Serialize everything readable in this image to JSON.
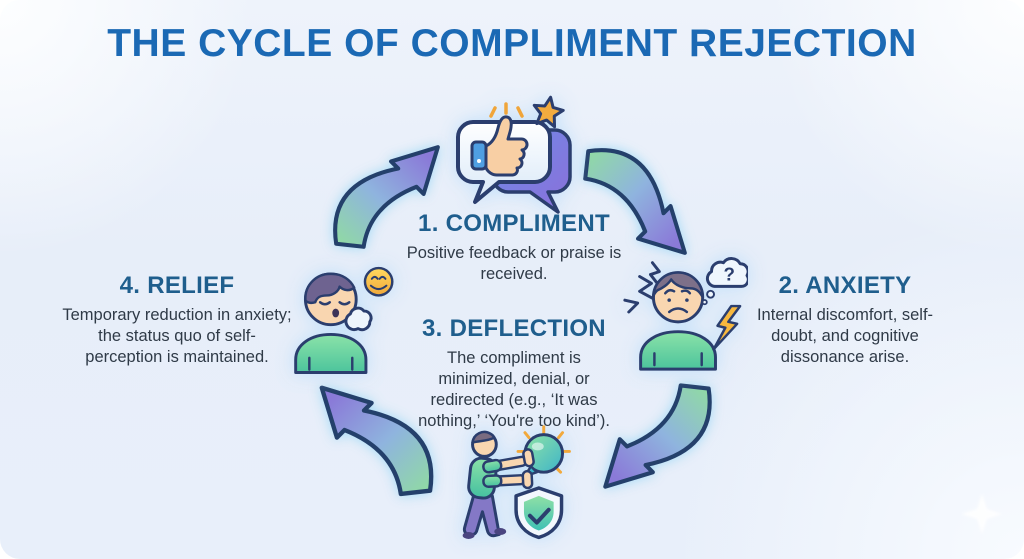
{
  "title": "THE CYCLE OF COMPLIMENT REJECTION",
  "stages": [
    {
      "id": "compliment",
      "heading": "1. COMPLIMENT",
      "body": "Positive feedback or praise is received.",
      "icon": "thumbs-up-speech-bubbles-icon"
    },
    {
      "id": "anxiety",
      "heading": "2. ANXIETY",
      "body": "Internal discomfort, self-doubt, and cognitive dissonance arise.",
      "icon": "worried-person-stress-icon"
    },
    {
      "id": "deflection",
      "heading": "3. DEFLECTION",
      "body": "The compliment is minimized, denial, or redirected (e.g., ‘It was nothing,’ ‘You're too kind’).",
      "icon": "person-pushing-away-orb-shield-icon"
    },
    {
      "id": "relief",
      "heading": "4. RELIEF",
      "body": "Temporary reduction in anxiety; the status quo of self-perception is maintained.",
      "icon": "sighing-person-relief-icon"
    }
  ],
  "decor": {
    "arrows": [
      "cycle-arrow-top-left",
      "cycle-arrow-top-right",
      "cycle-arrow-bottom-right",
      "cycle-arrow-bottom-left"
    ],
    "sparkle": "four-point-sparkle-icon"
  },
  "colors": {
    "background": "#e8effa",
    "title": "#1b69b4",
    "heading": "#1f5e8d",
    "body_text": "#2f3a47",
    "arrow_green": "#8fdca3",
    "arrow_blue": "#8fb4de",
    "arrow_purple": "#8a7ad8",
    "outline_navy": "#24406b",
    "shirt_green": "#4cc39b",
    "accent_gold": "#f2ab3e"
  }
}
